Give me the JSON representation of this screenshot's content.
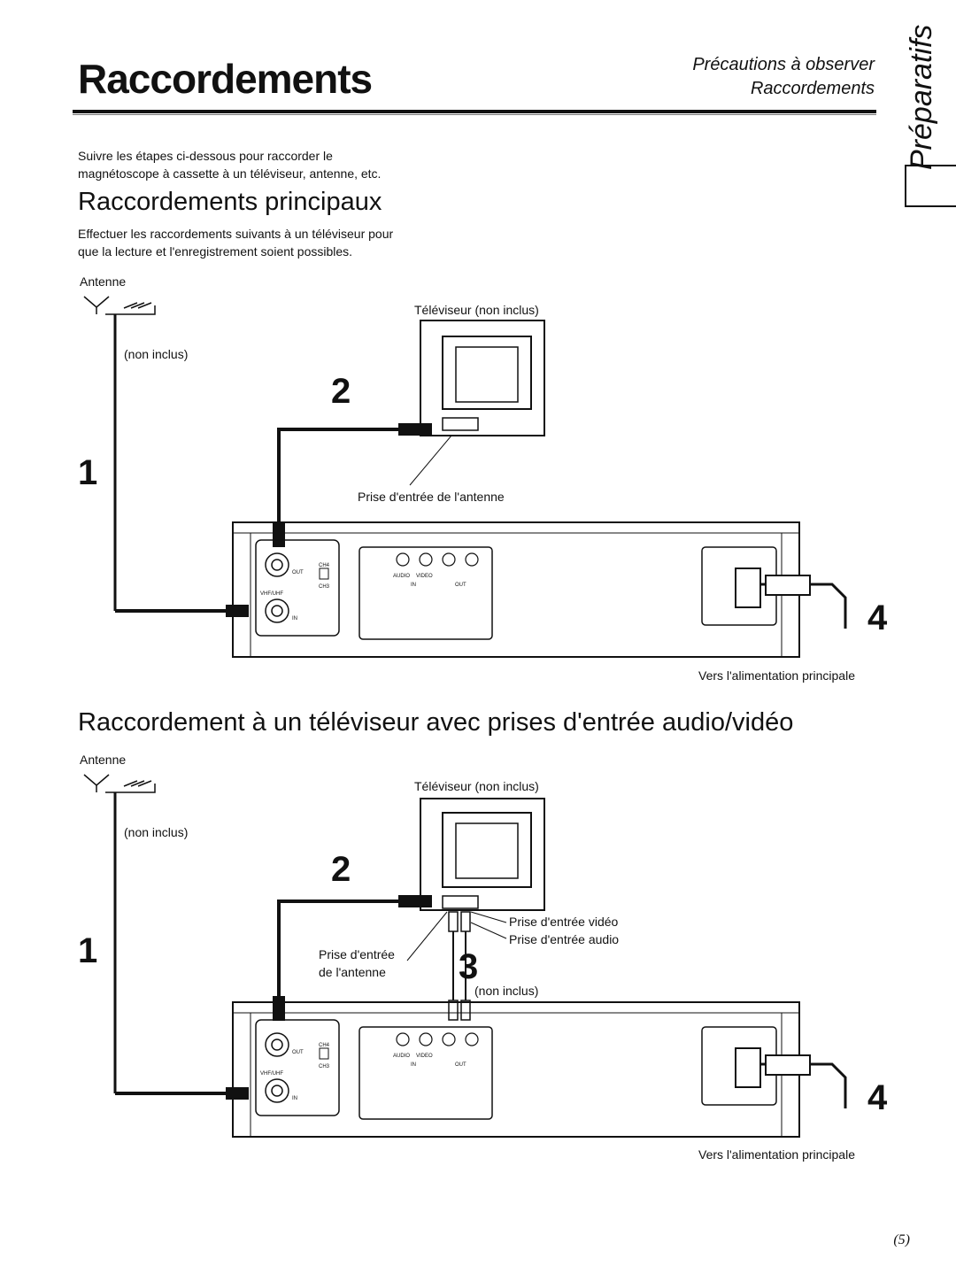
{
  "header": {
    "title": "Raccordements",
    "nav_line1": "Précautions à observer",
    "nav_line2": "Raccordements",
    "side_tab": "Préparatifs"
  },
  "intro": {
    "line1": "Suivre les étapes ci-dessous pour raccorder le",
    "line2": "magnétoscope à cassette à un téléviseur, antenne, etc."
  },
  "section1": {
    "heading": "Raccordements principaux",
    "text_line1": "Effectuer les raccordements suivants à un téléviseur pour",
    "text_line2": "que la lecture et l'enregistrement soient possibles.",
    "antenna_label": "Antenne",
    "not_included": "(non inclus)",
    "tv_label": "Téléviseur (non inclus)",
    "antenna_input_label": "Prise d'entrée de l'antenne",
    "power_label": "Vers l'alimentation principale",
    "step1": "1",
    "step2": "2",
    "step4": "4"
  },
  "section2": {
    "heading": "Raccordement à un téléviseur avec prises d'entrée audio/vidéo",
    "antenna_label": "Antenne",
    "not_included": "(non inclus)",
    "tv_label": "Téléviseur (non inclus)",
    "video_input_label": "Prise d'entrée vidéo",
    "audio_input_label": "Prise d'entrée audio",
    "antenna_input_line1": "Prise d'entrée",
    "antenna_input_line2": "de l'antenne",
    "cable_not_included": "(non inclus)",
    "power_label": "Vers l'alimentation principale",
    "step1": "1",
    "step2": "2",
    "step3": "3",
    "step4": "4"
  },
  "vcr_panel": {
    "out": "OUT",
    "in": "IN",
    "vhf_uhf": "VHF/UHF",
    "ch4": "CH4",
    "ch3": "CH3",
    "audio": "AUDIO",
    "video": "VIDEO",
    "in_group": "IN",
    "out_group": "OUT"
  },
  "page_number": "(5)"
}
